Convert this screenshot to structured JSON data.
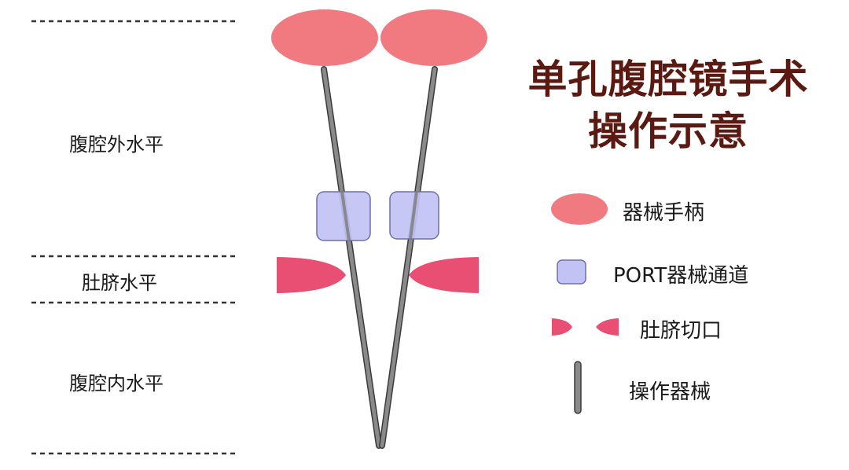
{
  "title": {
    "line1": "单孔腹腔镜手术",
    "line2": "操作示意"
  },
  "levels": {
    "outside": "腹腔外水平",
    "navel": "肚脐水平",
    "inside": "腹腔内水平"
  },
  "legend": {
    "handle": "器械手柄",
    "port": "PORT器械通道",
    "incision": "肚脐切口",
    "instrument": "操作器械"
  },
  "colors": {
    "handle": "#f07a7f",
    "port": "#c2c2f4",
    "port_stroke": "#6f6fa8",
    "incision": "#e84f72",
    "shaft": "#8a8a8a",
    "shaft_stroke": "#3a3a3a",
    "title": "#5a1a12",
    "dash": "#333333"
  }
}
